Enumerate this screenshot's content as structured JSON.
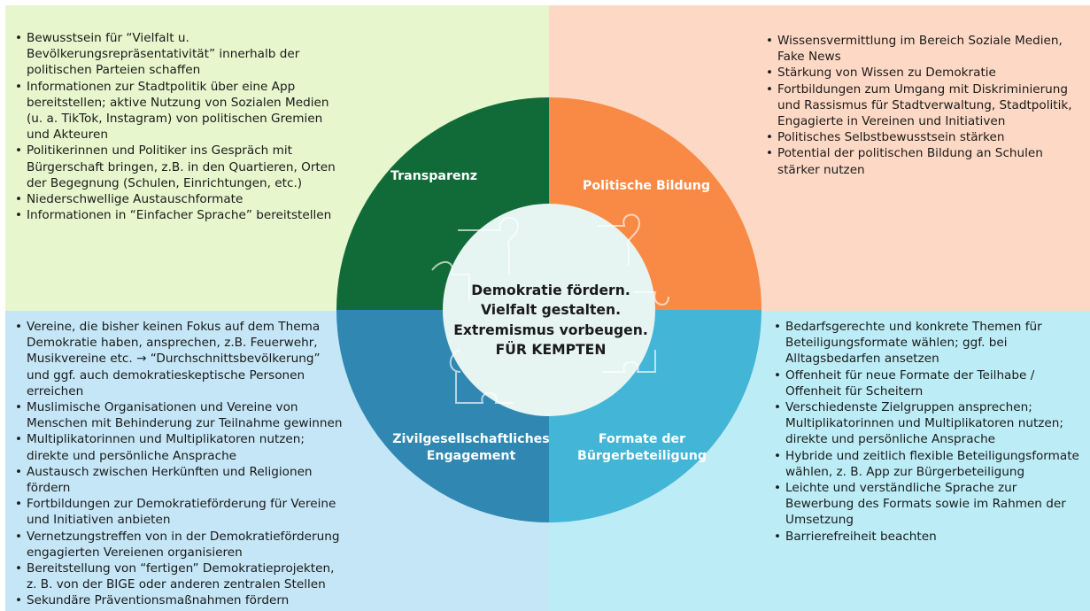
{
  "quadrants": {
    "top_left": {
      "label": "Transparenz",
      "color": "#116b39",
      "background": "#e7f6cc",
      "bullets": [
        "Bewusstsein für “Vielfalt u. Bevölkerungsrepräsentativität” innerhalb der politischen Parteien schaffen",
        "Informationen zur Stadtpolitik über eine App bereitstellen; aktive Nutzung von Sozialen Medien (u. a. TikTok, Instagram) von politischen Gremien und Akteuren",
        "Politikerinnen und Politiker ins Gespräch mit Bürgerschaft bringen, z.B. in den Quartieren, Orten der Begegnung (Schulen, Einrichtungen, etc.)",
        "Niederschwellige Austauschformate",
        "Informationen in “Einfacher Sprache” bereitstellen"
      ]
    },
    "top_right": {
      "label": "Politische Bildung",
      "color": "#f98a45",
      "background": "#fdd9c5",
      "bullets": [
        "Wissensvermittlung im Bereich Soziale Medien, Fake News",
        "Stärkung von Wissen zu Demokratie",
        "Fortbildungen zum Umgang mit Diskriminierung und Rassismus für Stadtverwaltung, Stadtpolitik, Engagierte in Vereinen und Initiativen",
        "Politisches Selbstbewusstsein stärken",
        "Potential der politischen Bildung an Schulen stärker nutzen"
      ]
    },
    "bottom_left": {
      "label": "Zivilgesellschaftliches Engagement",
      "color": "#2f87b2",
      "background": "#c4e6f6",
      "bullets": [
        "Vereine, die bisher keinen Fokus auf dem Thema Demokratie haben, ansprechen, z.B. Feuerwehr, Musikvereine etc. → “Durchschnittsbevölkerung” und ggf. auch demokratieskeptische Personen erreichen",
        "Muslimische Organisationen und Vereine von Menschen mit Behinderung zur Teilnahme gewinnen",
        "Multiplikatorinnen und Multiplikatoren nutzen; direkte und persönliche Ansprache",
        "Austausch zwischen Herkünften und Religionen fördern",
        "Fortbildungen zur Demokratieförderung für Vereine und Initiativen anbieten",
        "Vernetzungstreffen von in der Demokratieförderung engagierten Vereienen organisieren",
        "Bereitstellung von “fertigen” Demokratieprojekten, z. B. von der BIGE oder anderen zentralen Stellen",
        "Sekundäre Präventionsmaßnahmen fördern"
      ]
    },
    "bottom_right": {
      "label": "Formate der Bürgerbeteiligung",
      "color": "#43b5d6",
      "background": "#bcedf6",
      "bullets": [
        "Bedarfsgerechte und konkrete Themen für Beteiligungsformate wählen; ggf. bei Alltagsbedarfen ansetzen",
        "Offenheit für neue Formate der Teilhabe / Offenheit für Scheitern",
        "Verschiedenste Zielgruppen ansprechen; Multiplikatorinnen und Multiplikatoren nutzen; direkte und persönliche Ansprache",
        "Hybride und zeitlich flexible Beteiligungsformate wählen, z. B. App zur Bürgerbeteiligung",
        "Leichte und verständliche Sprache zur Bewerbung des Formats sowie im Rahmen der Umsetzung",
        "Barrierefreiheit beachten"
      ]
    }
  },
  "center": {
    "lines": [
      "Demokratie fördern.",
      "Vielfalt gestalten.",
      "Extremismus vorbeugen.",
      "FÜR KEMPTEN"
    ],
    "color": "#e6f5f1",
    "icon": "puzzle-icon"
  }
}
